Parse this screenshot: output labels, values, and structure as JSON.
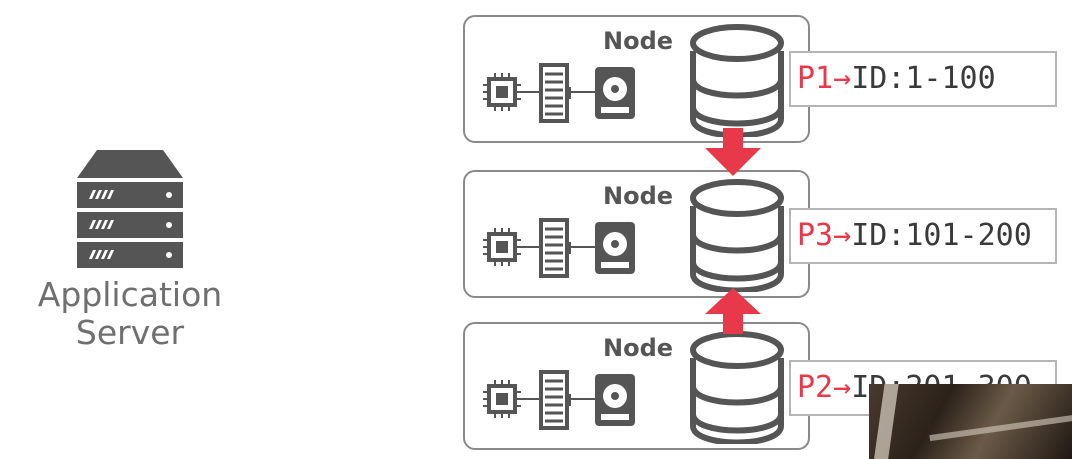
{
  "app_server": {
    "icon": "server-rack-icon",
    "label_line1": "Application",
    "label_line2": "Server"
  },
  "nodes": [
    {
      "label": "Node",
      "partition_id": "P1",
      "arrow": "→",
      "range": "ID:1-100"
    },
    {
      "label": "Node",
      "partition_id": "P3",
      "arrow": "→",
      "range": "ID:101-200"
    },
    {
      "label": "Node",
      "partition_id": "P2",
      "arrow": "→",
      "range": "ID:201-300"
    }
  ],
  "colors": {
    "accent": "#e8394a",
    "icon_gray": "#555555",
    "border": "#8a8a8a"
  },
  "icons": [
    "cpu-icon",
    "memory-icon",
    "hard-disk-icon",
    "database-icon",
    "down-arrow-icon",
    "up-arrow-icon"
  ]
}
